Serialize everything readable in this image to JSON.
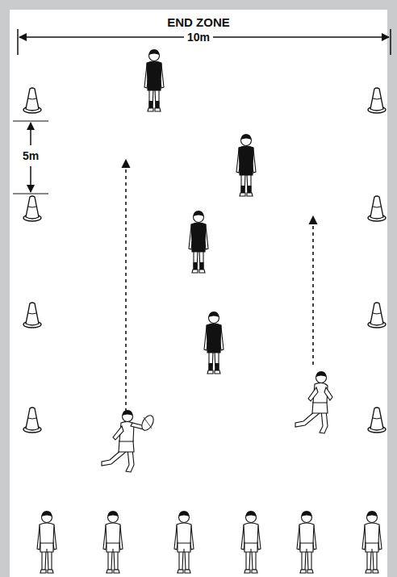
{
  "diagram": {
    "labels": [
      "END ZONE",
      "10m",
      "5m"
    ]
  }
}
